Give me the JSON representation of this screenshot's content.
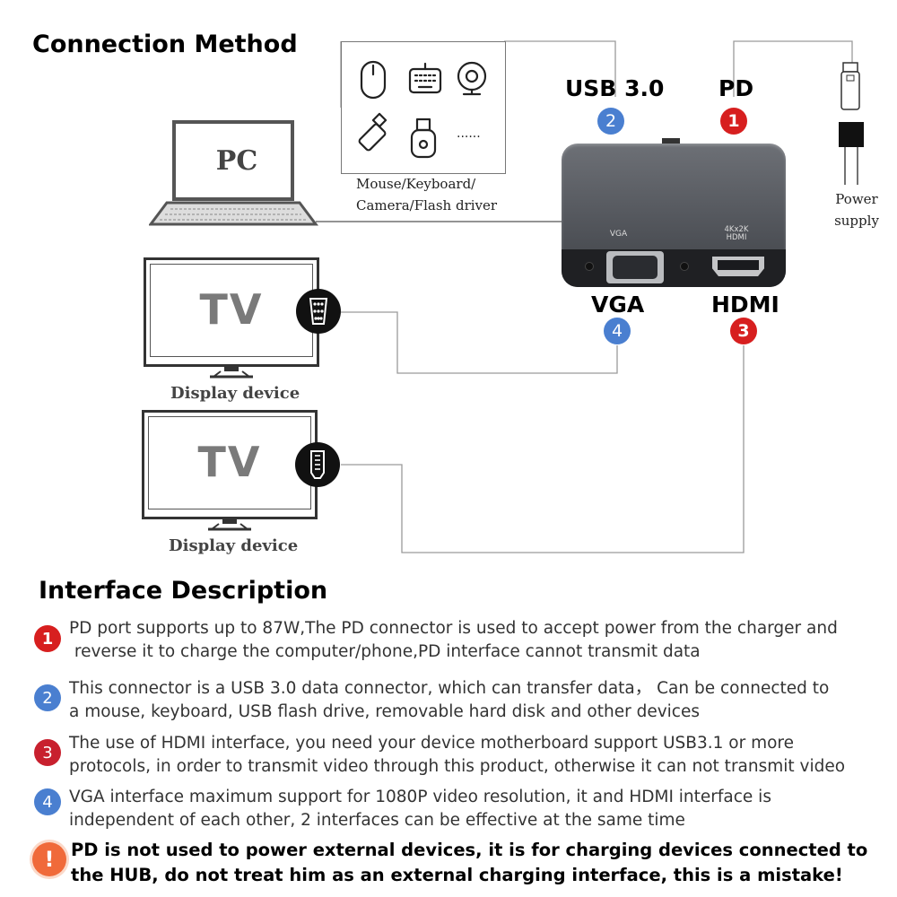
{
  "connection_method": {
    "title": "Connection Method",
    "pc_label": "PC",
    "peripherals_caption": [
      "Mouse/Keyboard/",
      "Camera/Flash driver"
    ],
    "peripherals_ellipsis": "......",
    "power_caption": [
      "Power",
      "supply"
    ],
    "ports": {
      "usb": {
        "label": "USB 3.0",
        "number": "2"
      },
      "pd": {
        "label": "PD",
        "number": "1"
      },
      "vga": {
        "label": "VGA",
        "number": "4"
      },
      "hdmi": {
        "label": "HDMI",
        "number": "3"
      }
    },
    "device_labels": {
      "vga_port": "VGA",
      "hdmi_port": [
        "4Kx2K",
        "HDMI"
      ]
    },
    "displays": [
      {
        "screen_text": "TV",
        "caption": "Display device"
      },
      {
        "screen_text": "TV",
        "caption": "Display device"
      }
    ]
  },
  "interface_description": {
    "title": "Interface Description",
    "items": [
      {
        "number": "1",
        "color": "#d71f1f",
        "lines": [
          "PD port supports up to  87W,The PD connector is used to accept power from the charger and",
          " reverse it to charge the computer/phone,PD interface cannot transmit data"
        ]
      },
      {
        "number": "2",
        "color": "#4a7fd0",
        "lines": [
          "This connector is a USB 3.0 data connector, which can transfer data， Can be connected to",
          "a mouse, keyboard, USB flash drive, removable hard disk and other devices"
        ]
      },
      {
        "number": "3",
        "color": "#c8202e",
        "lines": [
          "The use of HDMI interface, you need your device motherboard support USB3.1 or more",
          "protocols, in order to transmit video through this product, otherwise it can not transmit video"
        ]
      },
      {
        "number": "4",
        "color": "#4a7fd0",
        "lines": [
          "VGA interface maximum support for 1080P video resolution, it and HDMI interface is",
          "independent of each other, 2 interfaces can be effective at the same time"
        ]
      }
    ],
    "warning": {
      "symbol": "!",
      "lines": [
        "PD is not used to power external devices, it is for charging devices connected to",
        "the HUB, do not treat him as an external charging interface, this is a mistake!"
      ]
    }
  },
  "colors": {
    "red": "#d71f1f",
    "blue": "#4a7fd0",
    "hub": "#5c5f66"
  },
  "icons": [
    "mouse-icon",
    "keyboard-icon",
    "webcam-icon",
    "flash-drive-icon",
    "usb-stick-icon",
    "power-plug-icon",
    "vga-connector-icon",
    "hdmi-connector-icon",
    "laptop-icon",
    "tv-icon"
  ]
}
